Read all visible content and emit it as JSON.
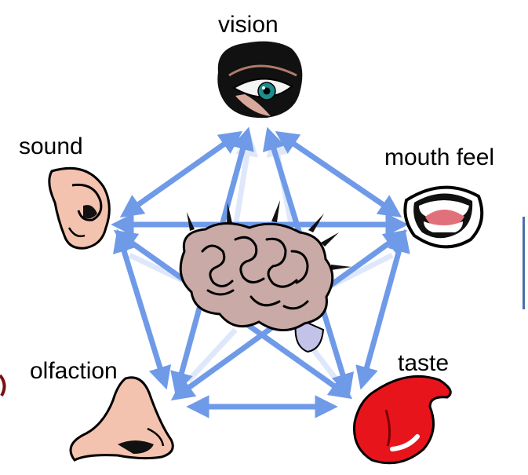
{
  "labels": {
    "vision": "vision",
    "sound": "sound",
    "mouth_feel": "mouth feel",
    "olfaction": "olfaction",
    "taste": "taste"
  },
  "icons": {
    "vision": "eye-icon",
    "sound": "ear-icon",
    "mouth_feel": "mouth-icon",
    "olfaction": "nose-icon",
    "taste": "tongue-icon",
    "center": "brain-icon"
  },
  "colors": {
    "arrow": "#6f9ae8",
    "arrow_faint": "#dfe8fb",
    "tongue": "#e8141c",
    "skin": "#f3c3b0",
    "brain": "#c9aaa6"
  }
}
